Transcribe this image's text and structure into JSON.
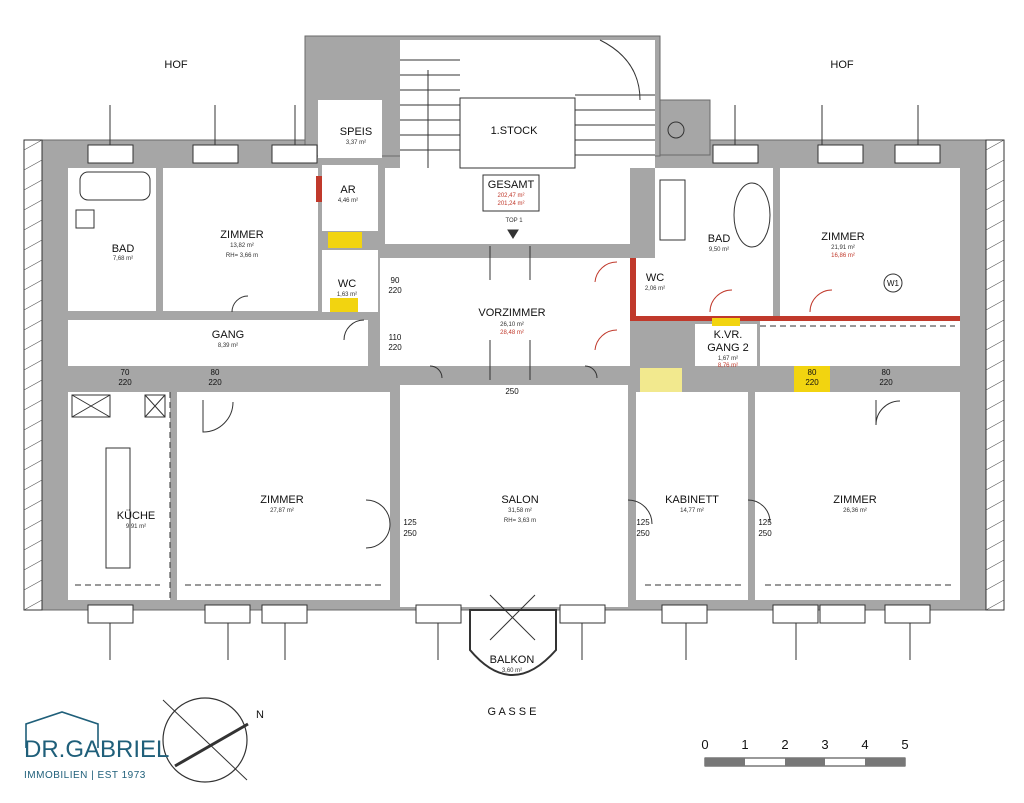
{
  "labels": {
    "hof_left": "HOF",
    "hof_right": "HOF",
    "gasse": "G A S S E",
    "top": "TOP 1"
  },
  "rooms": {
    "bad_left": {
      "name": "BAD",
      "area": "7,68 m²"
    },
    "zimmer_tl": {
      "name": "ZIMMER",
      "area": "13,82 m²",
      "rh": "RH= 3,66 m"
    },
    "speis": {
      "name": "SPEIS",
      "area": "3,37 m²"
    },
    "ar": {
      "name": "AR",
      "area": "4,46 m²"
    },
    "wc_left": {
      "name": "WC",
      "area": "1,63 m²"
    },
    "stock": {
      "name": "1.STOCK"
    },
    "gesamt": {
      "name": "GESAMT",
      "area1": "202,47 m²",
      "area2": "201,24 m²"
    },
    "vorzimmer": {
      "name": "VORZIMMER",
      "area1": "26,10 m²",
      "area2": "28,48 m²"
    },
    "wc_right": {
      "name": "WC",
      "area": "2,06 m²"
    },
    "bad_right": {
      "name": "BAD",
      "area": "9,50 m²"
    },
    "zimmer_tr": {
      "name": "ZIMMER",
      "area1": "21,91 m²",
      "area2": "16,86 m²"
    },
    "gang": {
      "name": "GANG",
      "area": "8,39 m²"
    },
    "kvr": {
      "name": "K.VR."
    },
    "gang2": {
      "name": "GANG 2",
      "area1": "1,67 m²",
      "area2": "8,76 m²"
    },
    "kueche": {
      "name": "KÜCHE",
      "area": "9,91 m²"
    },
    "zimmer_bl": {
      "name": "ZIMMER",
      "area": "27,87 m²"
    },
    "salon": {
      "name": "SALON",
      "area": "31,58 m²",
      "rh": "RH= 3,63 m"
    },
    "kabinett": {
      "name": "KABINETT",
      "area": "14,77 m²"
    },
    "zimmer_br": {
      "name": "ZIMMER",
      "area": "26,36 m²"
    },
    "balkon": {
      "name": "BALKON",
      "area": "3,60 m²"
    }
  },
  "door_marks": {
    "d80": "80",
    "d90": "90",
    "d110": "110",
    "d125": "125",
    "d220": "220",
    "d250": "250",
    "w1": "W1"
  },
  "scale_bar": {
    "ticks": [
      "0",
      "1",
      "2",
      "3",
      "4",
      "5"
    ]
  },
  "compass": {
    "north": "N"
  },
  "logo": {
    "name": "DR.GABRIEL",
    "tagline": "IMMOBILIEN | EST 1973",
    "color": "#1f5f7a"
  },
  "colors": {
    "wall": "#a6a6a6",
    "red_marker": "#c0392b",
    "yellow_marker": "#f2d410"
  }
}
